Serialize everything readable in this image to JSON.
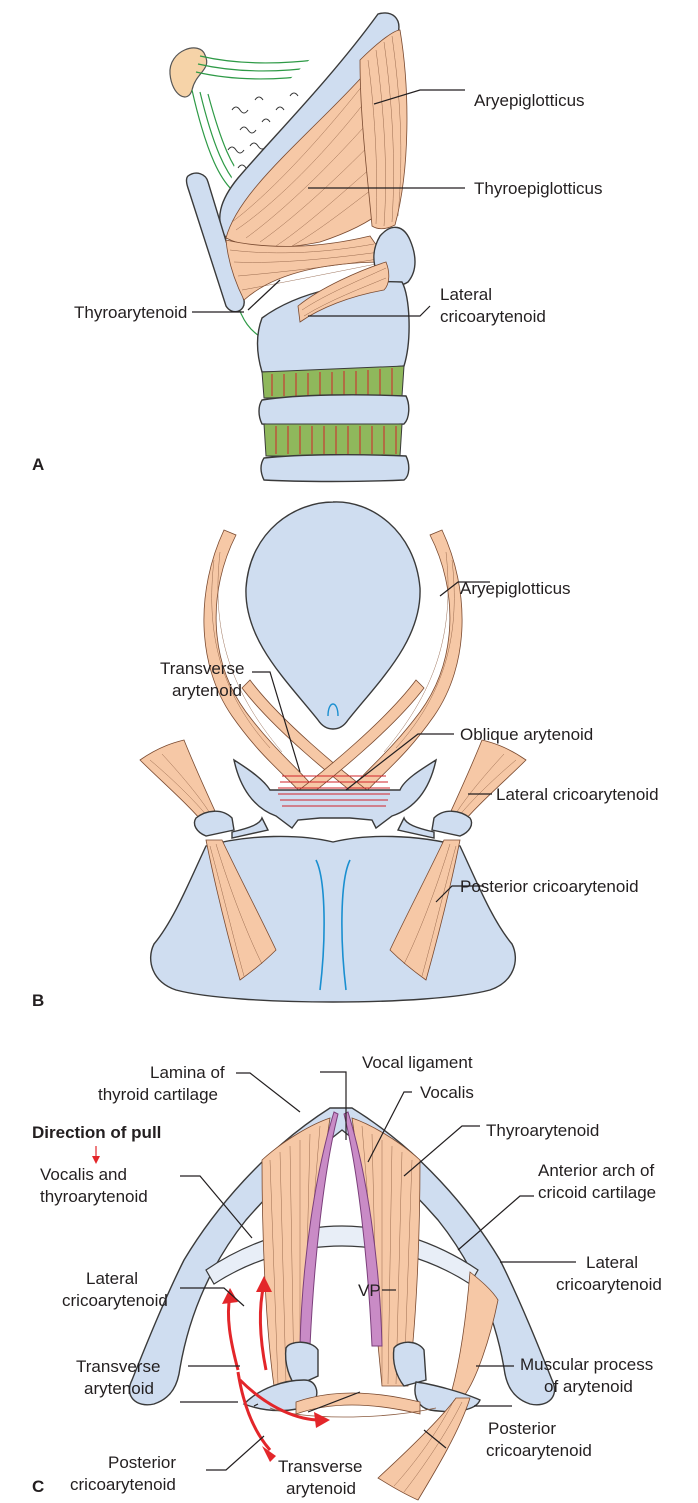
{
  "panels": {
    "a": {
      "letter": "A"
    },
    "b": {
      "letter": "B"
    },
    "c": {
      "letter": "C"
    }
  },
  "labels_a": {
    "aryepiglotticus": "Aryepiglotticus",
    "thyroepiglotticus": "Thyroepiglotticus",
    "lateral_cricoarytenoid_1": "Lateral",
    "lateral_cricoarytenoid_2": "cricoarytenoid",
    "thyroarytenoid": "Thyroarytenoid"
  },
  "labels_b": {
    "aryepiglotticus": "Aryepiglotticus",
    "transverse_arytenoid_1": "Transverse",
    "transverse_arytenoid_2": "arytenoid",
    "oblique_arytenoid": "Oblique arytenoid",
    "lateral_cricoarytenoid": "Lateral cricoarytenoid",
    "posterior_cricoarytenoid": "Posterior cricoarytenoid"
  },
  "labels_c": {
    "lamina_1": "Lamina of",
    "lamina_2": "thyroid cartilage",
    "vocal_ligament": "Vocal ligament",
    "vocalis": "Vocalis",
    "thyroarytenoid": "Thyroarytenoid",
    "anterior_arch_1": "Anterior arch of",
    "anterior_arch_2": "cricoid cartilage",
    "direction_of_pull": "Direction of pull",
    "vocalis_thyro_1": "Vocalis and",
    "vocalis_thyro_2": "thyroarytenoid",
    "lateral_crico_left_1": "Lateral",
    "lateral_crico_left_2": "cricoarytenoid",
    "transverse_left_1": "Transverse",
    "transverse_left_2": "arytenoid",
    "posterior_crico_left_1": "Posterior",
    "posterior_crico_left_2": "cricoarytenoid",
    "vp": "VP",
    "lateral_crico_right_1": "Lateral",
    "lateral_crico_right_2": "cricoarytenoid",
    "muscular_process_1": "Muscular process",
    "muscular_process_2": "of arytenoid",
    "posterior_crico_right_1": "Posterior",
    "posterior_crico_right_2": "cricoarytenoid",
    "transverse_bottom_1": "Transverse",
    "transverse_bottom_2": "arytenoid"
  },
  "colors": {
    "cartilage": "#cfddf0",
    "muscle": "#f6c8a6",
    "ligament": "#c98bc6",
    "arrow": "#e3262a",
    "membrane": "#2e9a46",
    "vessel": "#1a8fd0"
  }
}
